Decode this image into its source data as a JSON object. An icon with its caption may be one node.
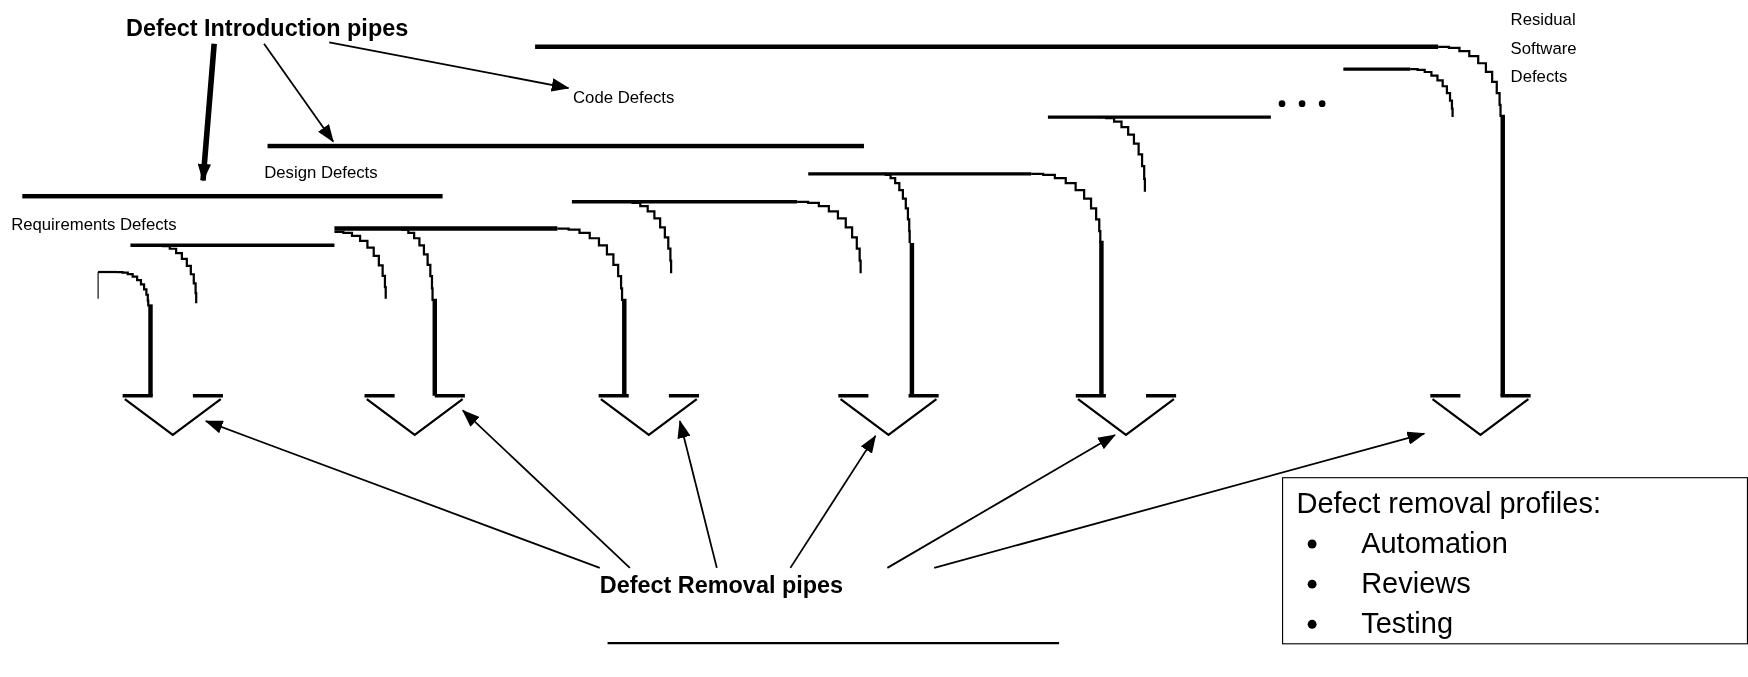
{
  "diagram": {
    "nodes": [
      {
        "text": [
          "Defect Introduction pipes"
        ]
      },
      {
        "text": [],
        "shape": "bar",
        "beside": [
          "Requirements Defects"
        ]
      },
      {
        "text": [],
        "shape": "bar",
        "beside": [
          "Design Defects"
        ]
      },
      {
        "text": [
          "Code Defects"
        ]
      },
      {
        "text": [
          "Defect Removal pipes"
        ]
      },
      {
        "text": [],
        "shape": "funnel"
      },
      {
        "text": [],
        "shape": "funnel"
      },
      {
        "text": [],
        "shape": "funnel"
      },
      {
        "text": [],
        "shape": "funnel"
      },
      {
        "text": [],
        "shape": "funnel"
      },
      {
        "text": [],
        "shape": "funnel"
      },
      {
        "text": [
          "Defect removal profiles:",
          "Automation",
          "Reviews",
          "Testing"
        ]
      }
    ],
    "edges": [
      {
        "from": 0,
        "to": 1,
        "arrow": "to",
        "style": "thick"
      },
      {
        "from": 0,
        "to": 2,
        "arrow": "to"
      },
      {
        "from": 0,
        "to": 3,
        "arrow": "to"
      },
      {
        "from": 4,
        "to": 5,
        "arrow": "to"
      },
      {
        "from": 4,
        "to": 6,
        "arrow": "to"
      },
      {
        "from": 4,
        "to": 7,
        "arrow": "to"
      },
      {
        "from": 4,
        "to": 8,
        "arrow": "to"
      },
      {
        "from": 4,
        "to": 9,
        "arrow": "to"
      },
      {
        "from": 4,
        "to": 10,
        "arrow": "to"
      }
    ],
    "labels": [
      "Residual Software Defects"
    ]
  }
}
